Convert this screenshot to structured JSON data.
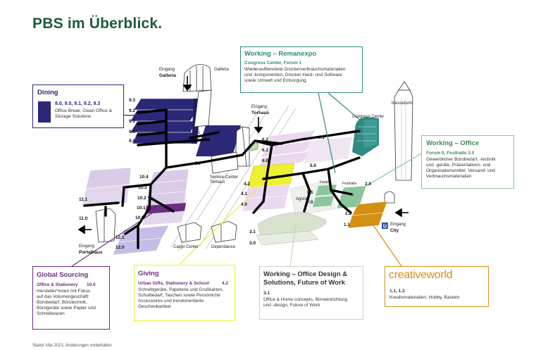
{
  "title": "PBS im Überblick.",
  "footer": "Stand: Mai 2023, Änderungen vorbehalten",
  "colors": {
    "title_green": "#1e5a3c",
    "dining": "#2a2877",
    "lilac": "#d7c9e0",
    "purple_dark": "#6b2d82",
    "lavender": "#c6bde6",
    "yellow": "#eef032",
    "remanexpo_teal": "#2f8a82",
    "office_green": "#8cc59c",
    "creative_orange": "#d49012",
    "design_grey": "#d8e3cf",
    "routes": "#000000"
  },
  "boxes": {
    "dining": {
      "title": "Dining",
      "halls": "8.0, 9.0, 9.1, 9.2, 9.3",
      "desc_lines": [
        "Office Break, Clean Office &",
        "Storage Solutions"
      ]
    },
    "remanexpo": {
      "title": "Working – Remanexpo",
      "sub": "Congress Center, Forum 1",
      "desc_lines": [
        "Wiederaufbereitete Druckerverbrauchsmaterialien",
        "und -komponenten, Drucker Hard- und Software",
        "sowie Umwelt und Entsorgung"
      ]
    },
    "office": {
      "title": "Working – Office",
      "sub": "Forum 0, Festhalle 2.0",
      "desc_lines": [
        "Gewerblicher Bürobedarf, -technik",
        "und -geräte, Präsentations- und",
        "Organisationsmittel, Versand- und",
        "Verbrauchsmaterialien"
      ]
    },
    "global": {
      "title": "Global Sourcing",
      "sub": "Office & Stationery",
      "sub_hall": "10.0",
      "desc_lines": [
        "Hersteller*innen mit Fokus",
        "auf das Volumengeschäft:",
        "Bürobedarf, Bürotechnik,",
        "Bürogeräte sowie Papier und",
        "Schreibwaren"
      ]
    },
    "giving": {
      "title": "Giving",
      "sub": "Urban Gifts, Stationery & School",
      "sub_hall": "4.2",
      "desc_lines": [
        "Schreibgeräte, Papeterie und Grußkarten,",
        "Schulbedarf, Taschen sowie Persönliche",
        "Accessoires und trendorientierte",
        "Geschenkartikel"
      ]
    },
    "design": {
      "title_lines": [
        "Working – Office Design &",
        "Solutions, Future of Work"
      ],
      "sub": "3.1",
      "desc_lines": [
        "Office & Home concepts, Büroeinrichtung",
        "und -design, Future of Work"
      ]
    },
    "creative": {
      "logo_text": "creativeworld",
      "sub": "1.1, 1.2",
      "desc": "Kreativmaterialien, Hobby, Basteln"
    }
  },
  "map_labels": {
    "eingang_galleria": [
      "Eingang",
      "Galleria"
    ],
    "galleria": "Galleria",
    "eingang_torhaus": [
      "Eingang",
      "Torhaus"
    ],
    "service_center": [
      "Service-Center",
      "Torhaus"
    ],
    "congress_center": "Congress Center",
    "messeturm": "Messeturm",
    "forum": "Forum",
    "festhalle": "Festhalle",
    "agora": "Agora",
    "cargo_center": "Cargo Center",
    "dependance": "Dependance",
    "eingang_portalhaus": [
      "Eingang",
      "Portalhaus"
    ],
    "eingang_city": [
      "Eingang",
      "City"
    ],
    "u_icon": "U",
    "gal1": "Gal.1",
    "halls": {
      "h93": "9.3",
      "h92": "9.2",
      "h91": "9.1",
      "h90": "9.0",
      "h80": "8.0",
      "h62": "6.2",
      "h61": "6.1",
      "h60": "6.0",
      "h91b": "9.1",
      "h50": "5.0",
      "h42": "4.2",
      "h41": "4.1",
      "h40": "4.0",
      "h104": "10.4",
      "h103": "10.3",
      "h102": "10.2",
      "h101": "10.1",
      "h100": "10.0",
      "h111": "11.1",
      "h110": "11.0",
      "h121": "12.1",
      "h120": "12.0",
      "h31": "3.1",
      "h30": "3.0",
      "hF1": "F.1",
      "hF0": "F.0",
      "h20": "2.0",
      "h12": "1.2",
      "h11": "1.1"
    }
  }
}
